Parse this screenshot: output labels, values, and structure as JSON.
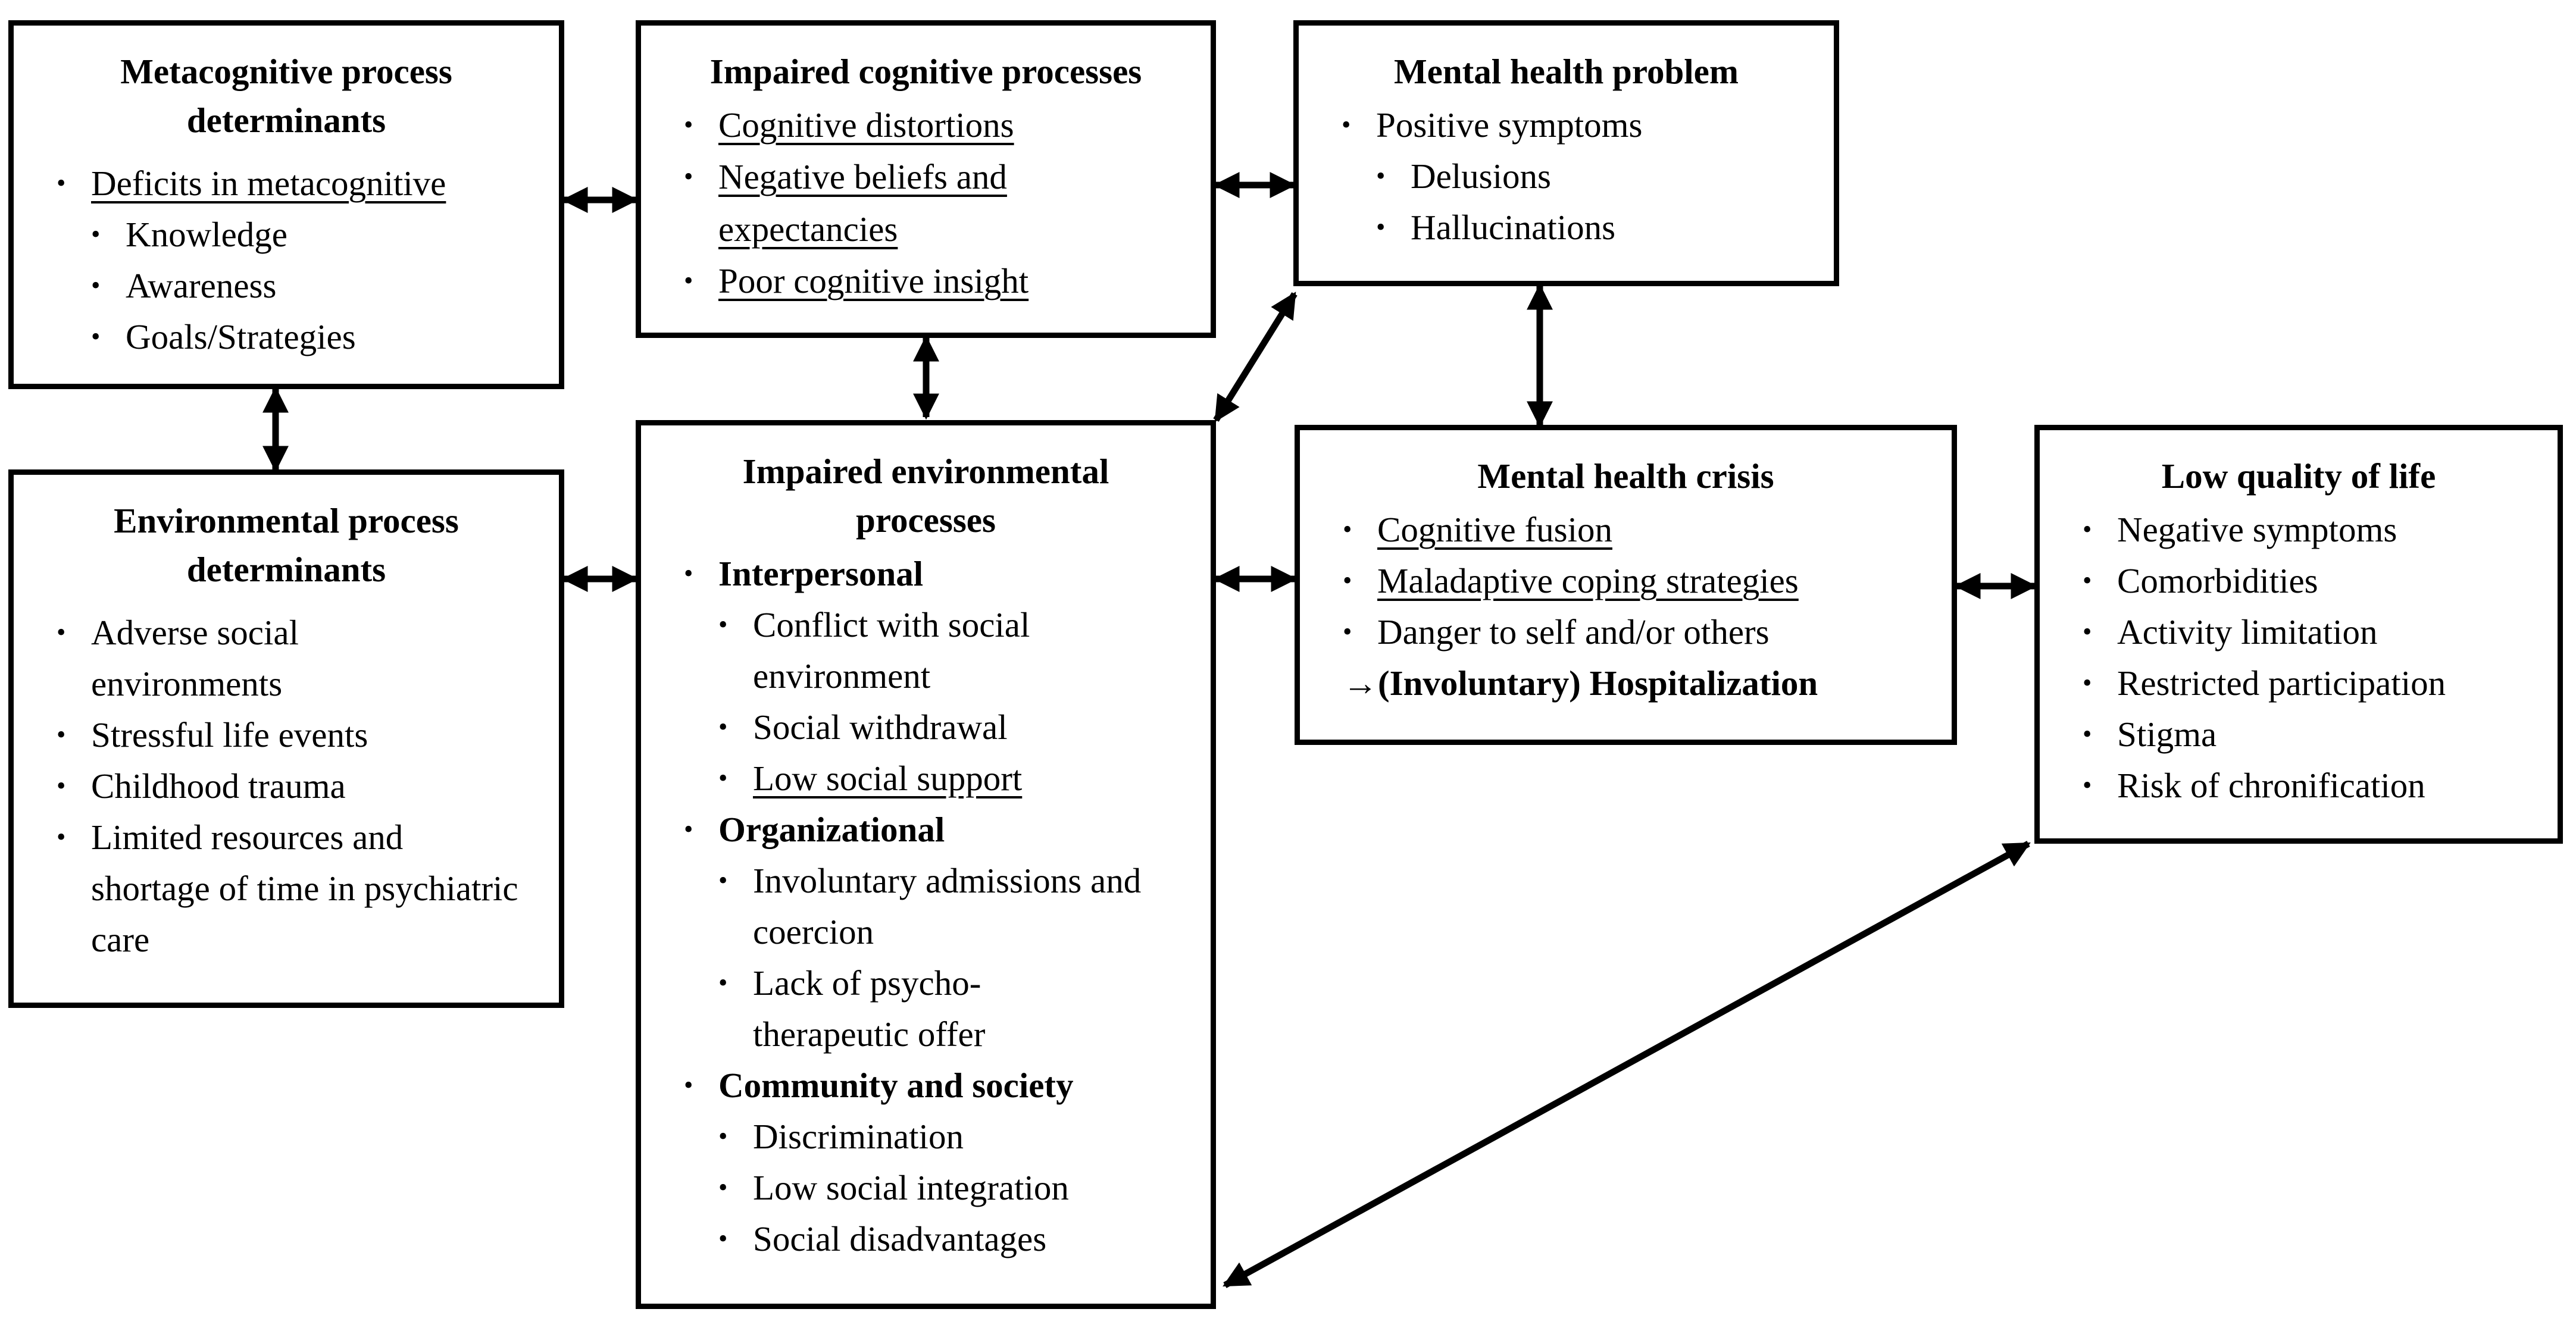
{
  "boxes": {
    "meta": {
      "title": "Metacognitive process determinants",
      "item": "Deficits in metacognitive",
      "subitems": [
        "Knowledge",
        "Awareness",
        "Goals/Strategies"
      ]
    },
    "cog": {
      "title": "Impaired cognitive processes",
      "items": [
        "Cognitive distortions",
        "Negative beliefs and expectancies",
        "Poor cognitive insight"
      ]
    },
    "mhp": {
      "title": "Mental health problem",
      "item": "Positive symptoms",
      "subitems": [
        "Delusions",
        "Hallucinations"
      ]
    },
    "envdet": {
      "title": "Environmental process determinants",
      "items": [
        "Adverse social environments",
        "Stressful life events",
        "Childhood trauma",
        "Limited resources and shortage of time in psychiatric care"
      ]
    },
    "envproc": {
      "title": "Impaired environmental processes",
      "groups": [
        {
          "heading": "Interpersonal",
          "items": [
            "Conflict with social environment",
            "Social withdrawal",
            "Low social support"
          ]
        },
        {
          "heading": "Organizational",
          "items": [
            "Involuntary admissions and coercion",
            "Lack of psycho-therapeutic offer"
          ]
        },
        {
          "heading": "Community and society",
          "items": [
            "Discrimination",
            "Low social integration",
            "Social disadvantages"
          ]
        }
      ]
    },
    "crisis": {
      "title": "Mental health crisis",
      "items": [
        "Cognitive fusion",
        "Maladaptive coping strategies",
        "Danger to self and/or others"
      ],
      "outcome": "→(Involuntary) Hospitalization"
    },
    "qol": {
      "title": "Low quality of life",
      "items": [
        "Negative symptoms",
        "Comorbidities",
        "Activity limitation",
        "Restricted participation",
        "Stigma",
        "Risk of chronification"
      ]
    }
  }
}
